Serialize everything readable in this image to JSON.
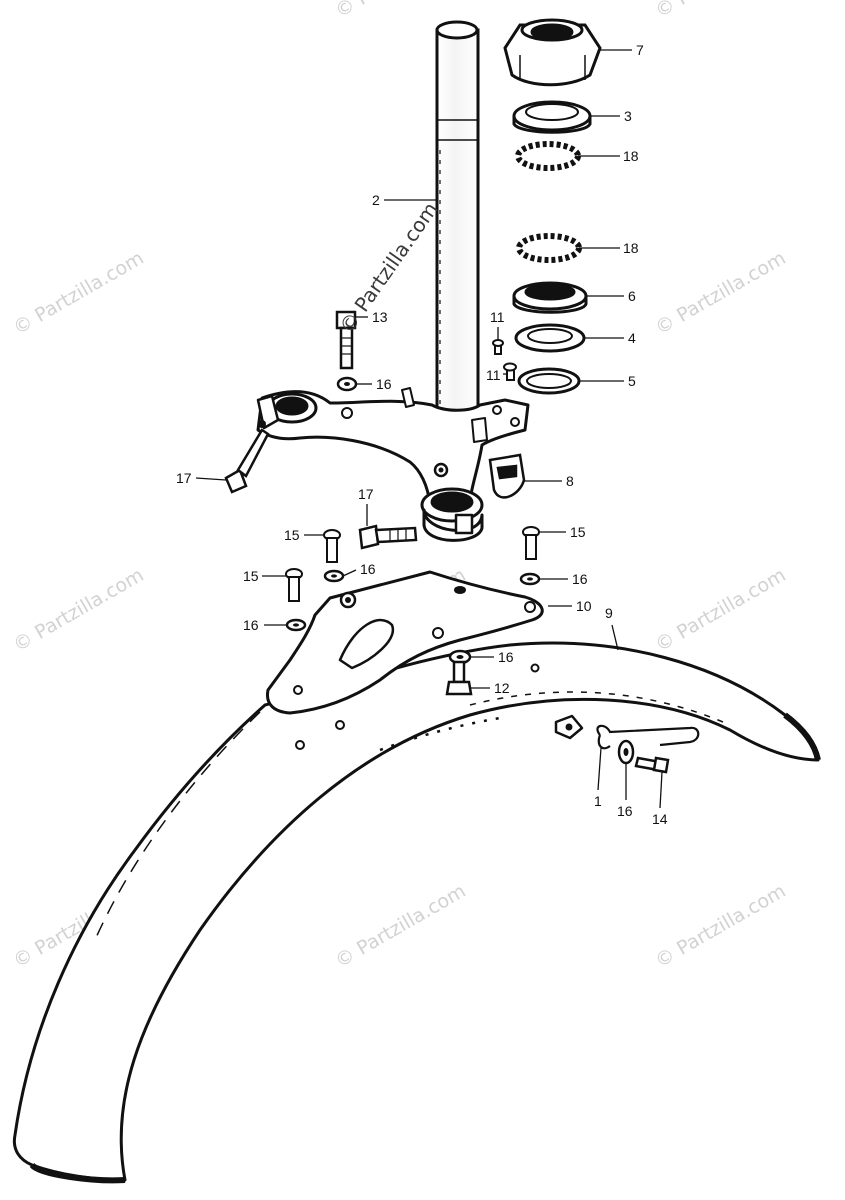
{
  "watermark": {
    "text": "© Partzilla.com",
    "color": "#d2d2d2"
  },
  "diagram": {
    "callouts": [
      {
        "id": "7",
        "label": "7"
      },
      {
        "id": "3",
        "label": "3"
      },
      {
        "id": "18a",
        "label": "18"
      },
      {
        "id": "2",
        "label": "2"
      },
      {
        "id": "18b",
        "label": "18"
      },
      {
        "id": "6",
        "label": "6"
      },
      {
        "id": "4",
        "label": "4"
      },
      {
        "id": "5",
        "label": "5"
      },
      {
        "id": "11a",
        "label": "11"
      },
      {
        "id": "11b",
        "label": "11"
      },
      {
        "id": "13",
        "label": "13"
      },
      {
        "id": "16a",
        "label": "16"
      },
      {
        "id": "17a",
        "label": "17"
      },
      {
        "id": "8",
        "label": "8"
      },
      {
        "id": "17b",
        "label": "17"
      },
      {
        "id": "15a",
        "label": "15"
      },
      {
        "id": "15b",
        "label": "15"
      },
      {
        "id": "15c",
        "label": "15"
      },
      {
        "id": "16b",
        "label": "16"
      },
      {
        "id": "16c",
        "label": "16"
      },
      {
        "id": "16d",
        "label": "16"
      },
      {
        "id": "10",
        "label": "10"
      },
      {
        "id": "9",
        "label": "9"
      },
      {
        "id": "16e",
        "label": "16"
      },
      {
        "id": "12",
        "label": "12"
      },
      {
        "id": "1",
        "label": "1"
      },
      {
        "id": "16f",
        "label": "16"
      },
      {
        "id": "14",
        "label": "14"
      }
    ]
  }
}
